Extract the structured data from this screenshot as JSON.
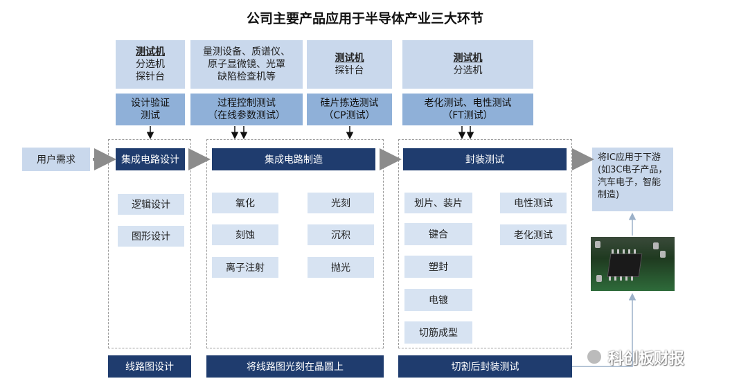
{
  "title": "公司主要产品应用于半导体产业三大环节",
  "top_boxes": [
    {
      "bold": "测试机",
      "lines": [
        "分选机",
        "探针台"
      ]
    },
    {
      "bold": "",
      "lines": [
        "量测设备、质谱仪、",
        "原子显微镜、光罩",
        "缺陷检查机等"
      ]
    },
    {
      "bold": "测试机",
      "lines": [
        "探针台"
      ]
    },
    {
      "bold": "测试机",
      "lines": [
        "分选机"
      ]
    }
  ],
  "mid_boxes": [
    {
      "lines": [
        "设计验证",
        "测试"
      ]
    },
    {
      "lines": [
        "过程控制测试",
        "（在线参数测试）"
      ]
    },
    {
      "lines": [
        "硅片拣选测试",
        "（CP测试）"
      ]
    },
    {
      "lines": [
        "老化测试、电性测试",
        "（FT测试）"
      ]
    }
  ],
  "user_demand": "用户需求",
  "stages": {
    "design": {
      "header": "集成电路设计",
      "items": [
        "逻辑设计",
        "图形设计"
      ],
      "footer": "线路图设计"
    },
    "manufacture": {
      "header": "集成电路制造",
      "items_left": [
        "氧化",
        "刻蚀",
        "离子注射"
      ],
      "items_right": [
        "光刻",
        "沉积",
        "抛光"
      ],
      "footer": "将线路图光刻在晶圆上"
    },
    "package": {
      "header": "封装测试",
      "items_left": [
        "划片、装片",
        "键合",
        "塑封",
        "电镀",
        "切筋成型"
      ],
      "items_right": [
        "电性测试",
        "老化测试"
      ],
      "footer": "切割后封装测试"
    }
  },
  "output_box": "将IC应用于下游(如3C电子产品，汽车电子，智能制造)",
  "watermark": "科创板财报",
  "colors": {
    "dark_navy": "#1f3c6e",
    "mid_blue": "#8fb0d8",
    "light_blue": "#c9d8ec",
    "pale_blue": "#d7e3f2"
  }
}
